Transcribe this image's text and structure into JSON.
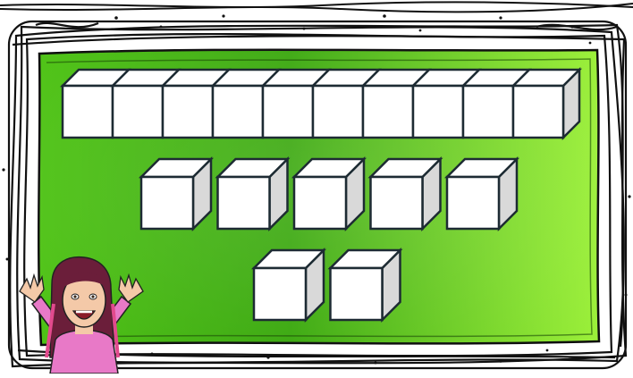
{
  "colors": {
    "frame": "#111111",
    "board_light": "#aef24a",
    "board_mid": "#5fd11a",
    "board_dark": "#2f8f0c",
    "cube_face": "#ffffff",
    "cube_side": "#d9d9d9",
    "cube_outline": "#1d2b33",
    "avatar_shirt": "#e879c7",
    "avatar_hair": "#6b1e3a",
    "avatar_skin": "#f4c9a8"
  },
  "counting_blocks": {
    "ten_rod": {
      "units": 10
    },
    "singles_row_1": {
      "count": 5
    },
    "singles_row_2": {
      "count": 2
    },
    "total_units": 17
  },
  "icons": [
    "cheering-avatar-icon",
    "unit-cube-icon",
    "ten-rod-icon"
  ]
}
